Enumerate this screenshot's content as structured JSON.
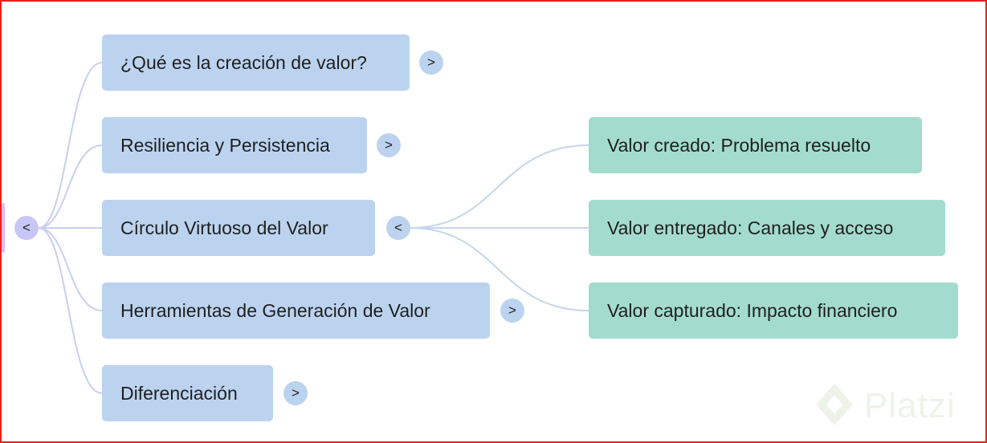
{
  "root": {
    "toggle": "<"
  },
  "branches": [
    {
      "label": "¿Qué es la creación de valor?",
      "toggle": ">"
    },
    {
      "label": "Resiliencia y Persistencia",
      "toggle": ">"
    },
    {
      "label": "Círculo Virtuoso del Valor",
      "toggle": "<"
    },
    {
      "label": "Herramientas de Generación de Valor",
      "toggle": ">"
    },
    {
      "label": "Diferenciación",
      "toggle": ">"
    }
  ],
  "sub_branches": [
    {
      "label": "Valor creado: Problema resuelto"
    },
    {
      "label": "Valor entregado: Canales y acceso"
    },
    {
      "label": "Valor capturado: Impacto financiero"
    }
  ],
  "watermark": {
    "text": "Platzi"
  },
  "colors": {
    "branch_node": "#bcd3ef",
    "leaf_node": "#a3dccf",
    "root_toggle": "#c8c6f4",
    "frame": "#e0241b",
    "connector": "#c9cfee"
  },
  "icons": {
    "watermark_logo": "platzi-logo-icon"
  }
}
